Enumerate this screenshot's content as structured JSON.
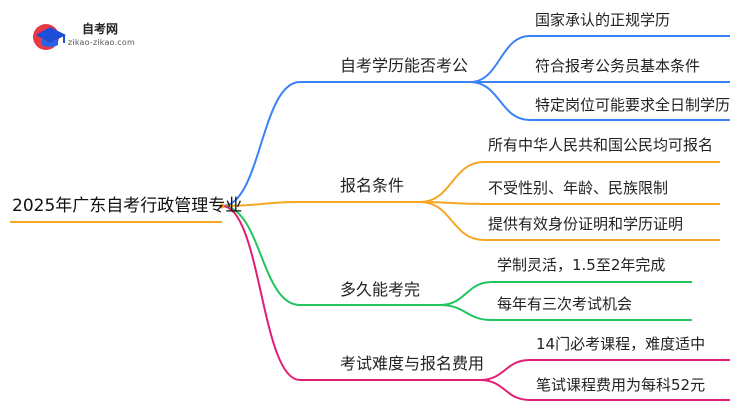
{
  "logo": {
    "main": "自考网",
    "sub": "zikao-zikao.com"
  },
  "root": {
    "label": "2025年广东自考行政管理专业"
  },
  "branches": [
    {
      "label": "自考学历能否考公",
      "color": "#3b82f6",
      "children": [
        "国家承认的正规学历",
        "符合报考公务员基本条件",
        "特定岗位可能要求全日制学历"
      ]
    },
    {
      "label": "报名条件",
      "color": "#f5a623",
      "children": [
        "所有中华人民共和国公民均可报名",
        "不受性别、年龄、民族限制",
        "提供有效身份证明和学历证明"
      ]
    },
    {
      "label": "多久能考完",
      "color": "#22c55e",
      "children": [
        "学制灵活，1.5至2年完成",
        "每年有三次考试机会"
      ]
    },
    {
      "label": "考试难度与报名费用",
      "color": "#e11d74",
      "children": [
        "14门必考课程，难度适中",
        "笔试课程费用为每科52元"
      ]
    }
  ]
}
